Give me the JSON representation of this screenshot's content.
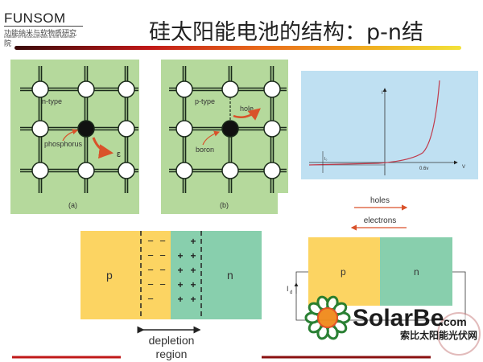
{
  "header": {
    "logo_title": "FUNSOM",
    "logo_cn": "功能纳米与软物质研究院",
    "logo_en": "Institute of Functional Nano & Soft Materials",
    "title": "硅太阳能电池的结构：p-n结"
  },
  "lattice_a": {
    "type_label": "n-type",
    "dopant_label": "phosphorus",
    "electron_symbol": "ε",
    "caption": "(a)"
  },
  "lattice_b": {
    "type_label": "p-type",
    "dopant_label": "boron",
    "hole_label": "hole",
    "caption": "(b)"
  },
  "iv_curve": {
    "y_label": "I",
    "x_label": "V",
    "tick_label": "0.6v",
    "offset_label": "I₀"
  },
  "depletion": {
    "p_label": "p",
    "n_label": "n",
    "region_label_1": "depletion",
    "region_label_2": "region"
  },
  "junction": {
    "holes_label": "holes",
    "electrons_label": "electrons",
    "p_label": "p",
    "n_label": "n",
    "current_label": "I",
    "current_sub": "d"
  },
  "watermark": {
    "brand": "SolarBe",
    "domain": ".com",
    "cn": "索比太阳能光伏网"
  },
  "colors": {
    "lattice_bg": "#b5d99c",
    "graph_bg": "#bfe0f2",
    "p_region": "#fcd462",
    "n_region": "#88cfad",
    "arrow": "#d9522a",
    "curve": "#c0394a"
  }
}
